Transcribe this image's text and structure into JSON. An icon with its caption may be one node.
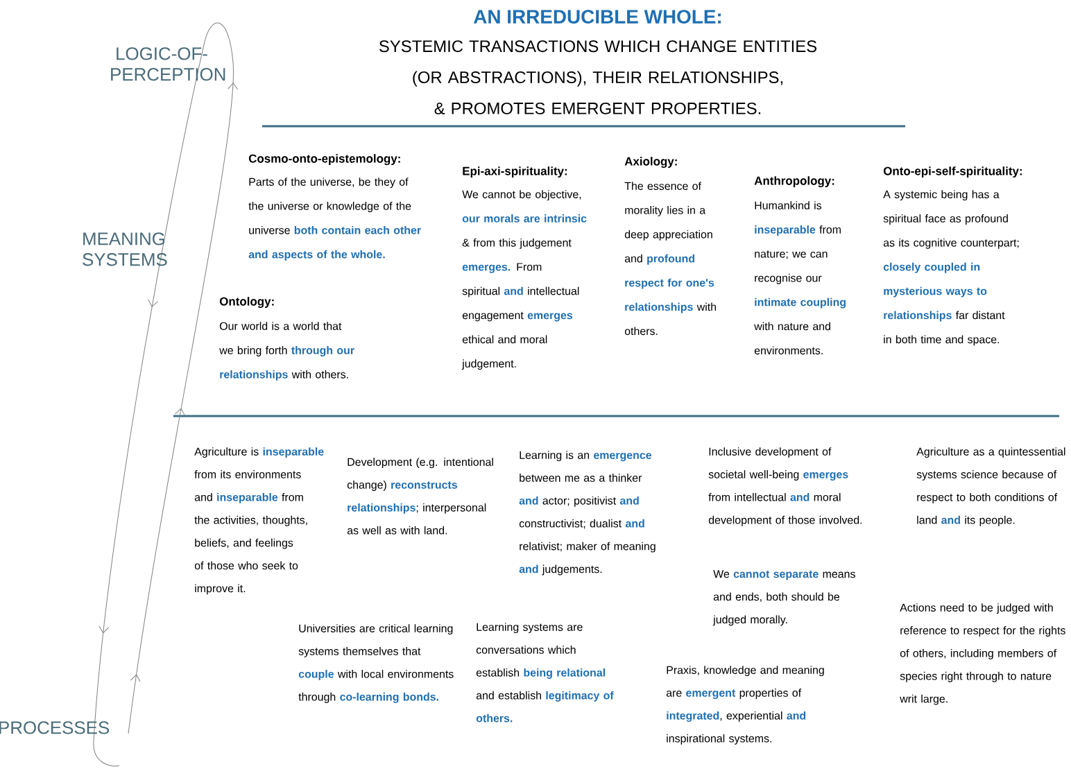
{
  "diagram": {
    "title": "AN IRREDUCIBLE WHOLE:",
    "labels": [
      "SYSTEMIC TRANSACTIONS WHICH CHANGE ENTITIES (OR ABSTRACTIONS), THEIR RELATIONSHIPS, & PROMOTES EMERGENT PROPERTIES.",
      "LOGIC-OF-PERCEPTION",
      "MEANING SYSTEMS",
      "Cosmo-onto-epistemology:",
      "Parts of the universe, be they of the universe or knowledge of the universe **both contain each other and aspects of the whole.**",
      "Epi-axi-spirituality:",
      "We cannot be objective, **our morals are intrinsic** & from this judgement **emerges.** From spiritual **and** intellectual engagement **emerges** ethical and moral judgement.",
      "Axiology:",
      "The essence of morality lies in a deep appreciation and **profound respect for one's relationships** with others.",
      "Anthropology:",
      "Humankind is **inseparable** from nature; we can recognise our **intimate coupling** with nature and environments.",
      "Onto-epi-self-spirituality:",
      "A systemic being has a spiritual face as profound as its cognitive counterpart; **closely coupled in mysterious ways to relationships** far distant in both time and space.",
      "Ontology:",
      "Our world is a world that we bring forth **through our relationships** with others.",
      "Agriculture is **inseparable** from its environments and **inseparable** from the activities, thoughts, beliefs, and feelings of those who seek to improve it.",
      "Development (e.g. intentional change) **reconstructs relationships**; interpersonal as well as with land.",
      "Learning is an **emergence** between me as a thinker **and** actor; positivist **and** constructivist; dualist **and** relativist; maker of meaning **and** judgements.",
      "Inclusive development of societal well-being **emerges** from intellectual **and** moral development of those involved.",
      "Agriculture as a quintessential systems science because of respect to both conditions of land **and** its people.",
      "Universities are critical learning systems themselves that **couple** with local environments through **co-learning bonds.**",
      "Learning systems are conversations which establish **being relational** and establish **legitimacy of others.**",
      "We **cannot separate** means and ends, both should be judged morally.",
      "Actions need to be judged with reference to respect for the rights of others, including members of species right through to nature writ large.",
      "Praxis, knowledge and meaning are **emergent** properties of **integrated**, experiential **and** inspirational systems.",
      "PROCESSES"
    ]
  }
}
